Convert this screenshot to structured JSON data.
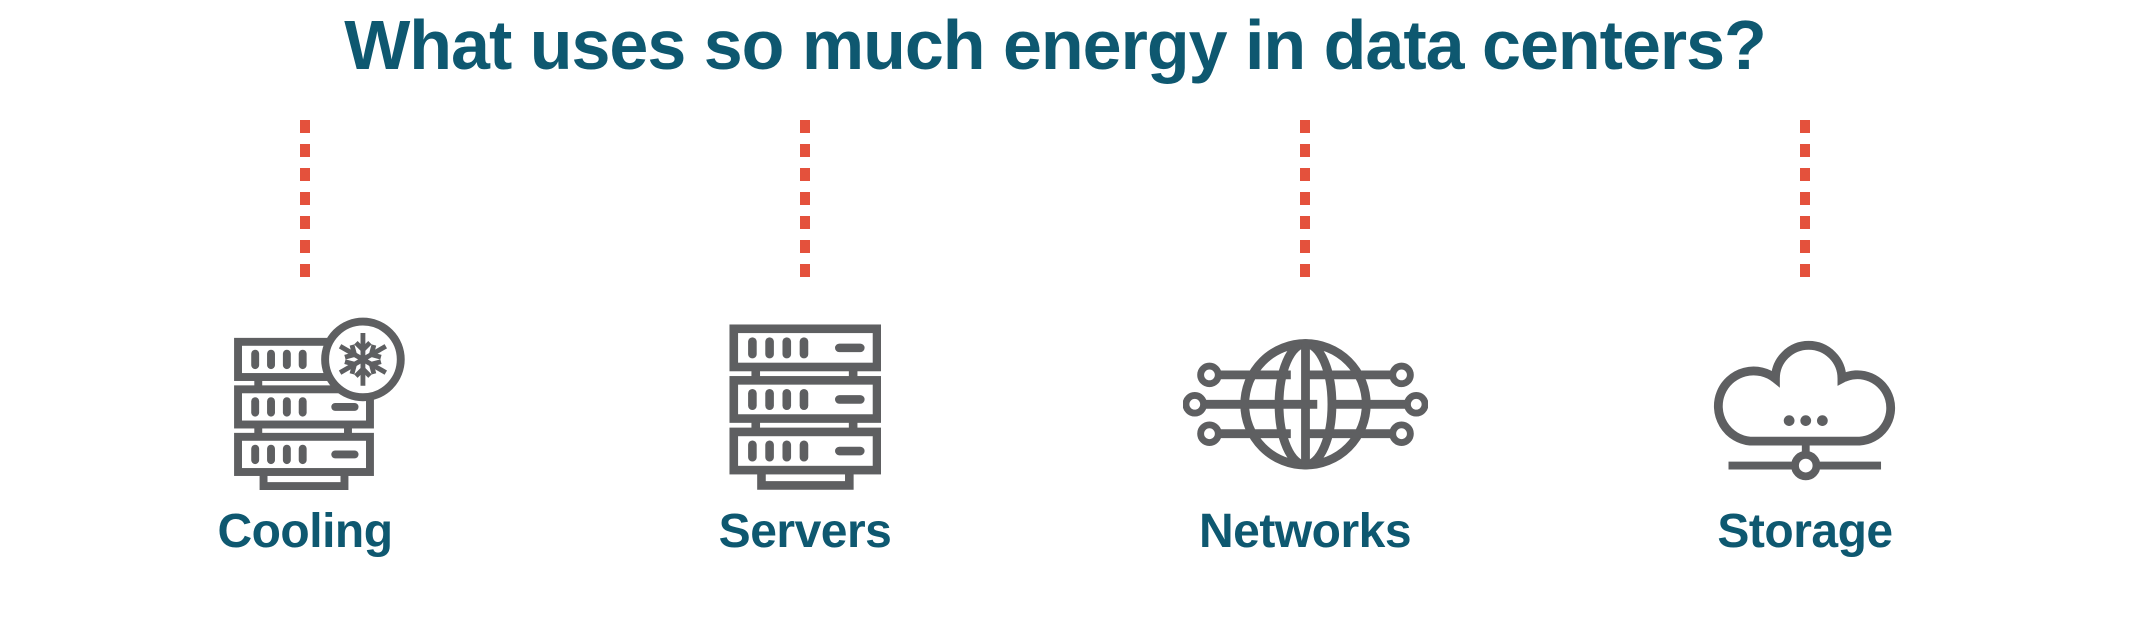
{
  "title": {
    "text": "What uses so much energy in data centers?",
    "color": "#0E5870"
  },
  "colors": {
    "heading_teal": "#0E5870",
    "dashed_line_red": "#E4513C",
    "icon_gray": "#5E5F61",
    "background": "#FFFFFF"
  },
  "connector": {
    "style": "vertical-dashed-line",
    "dash_count": 7
  },
  "columns": [
    {
      "label": "Cooling",
      "icon": "server-rack-snowflake-icon"
    },
    {
      "label": "Servers",
      "icon": "server-rack-icon"
    },
    {
      "label": "Networks",
      "icon": "globe-network-icon"
    },
    {
      "label": "Storage",
      "icon": "cloud-storage-icon"
    }
  ]
}
